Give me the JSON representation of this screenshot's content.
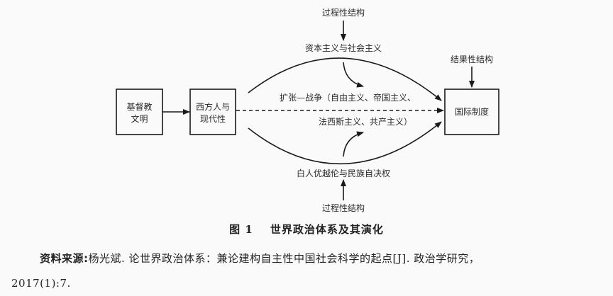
{
  "diagram": {
    "boxes": {
      "christian_civilization": [
        "基督教",
        "文明"
      ],
      "western_modernity": [
        "西方人与",
        "现代性"
      ],
      "international_institutions": [
        "国际制度"
      ]
    },
    "labels": {
      "top_structure": "过程性结构",
      "top_arc": "资本主义与社会主义",
      "middle_line1": "扩张—战争（自由主义、帝国主义、",
      "middle_line2": "法西斯主义、共产主义）",
      "bottom_arc": "白人优越伦与民族自决权",
      "bottom_structure": "过程性结构",
      "result_structure": "结果性结构"
    }
  },
  "caption": {
    "figure_number": "图 1",
    "title": "世界政治体系及其演化"
  },
  "source": {
    "label": "资料来源",
    "colon": ":",
    "text_line1": "杨光斌. 论世界政治体系：兼论建构自主性中国社会科学的起点[J]. 政治学研究，",
    "text_line2": "2017(1):7."
  }
}
